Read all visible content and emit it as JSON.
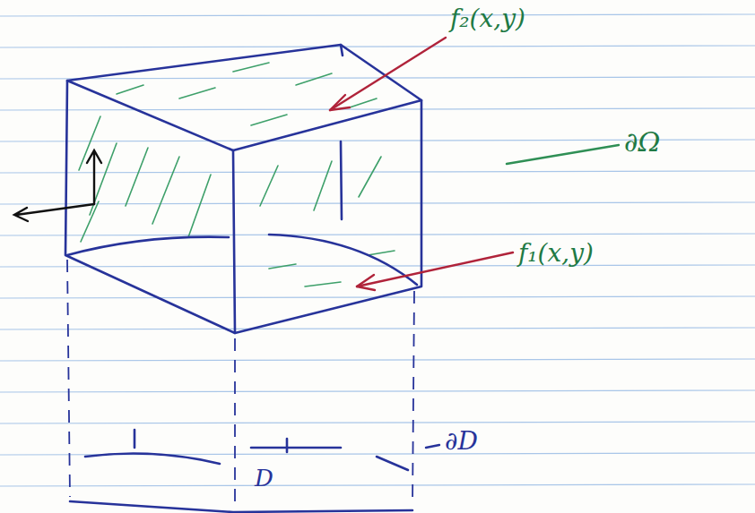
{
  "diagram": {
    "labels": [
      "f₂(x,y)",
      "∂Ω",
      "f₁(x,y)",
      "∂D",
      "D"
    ]
  }
}
